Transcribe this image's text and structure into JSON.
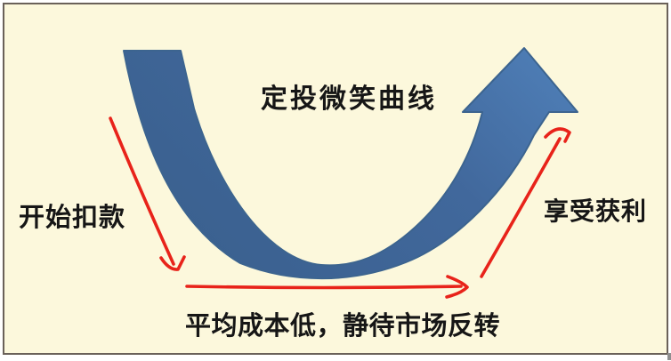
{
  "canvas": {
    "background_color": "#fcf8dc",
    "border_color": "#6a6159",
    "page_background": "#ffffff"
  },
  "diagram": {
    "title": "定投微笑曲线",
    "labels": {
      "start": "开始扣款",
      "profit": "享受获利",
      "bottom": "平均成本低，静待市场反转"
    },
    "colors": {
      "curve_dark": "#3b6190",
      "curve_mid": "#41689c",
      "curve_light": "#5081ba",
      "curve_outline": "#3c648f",
      "arrow_red": "#e8231a",
      "text": "#161616"
    }
  }
}
